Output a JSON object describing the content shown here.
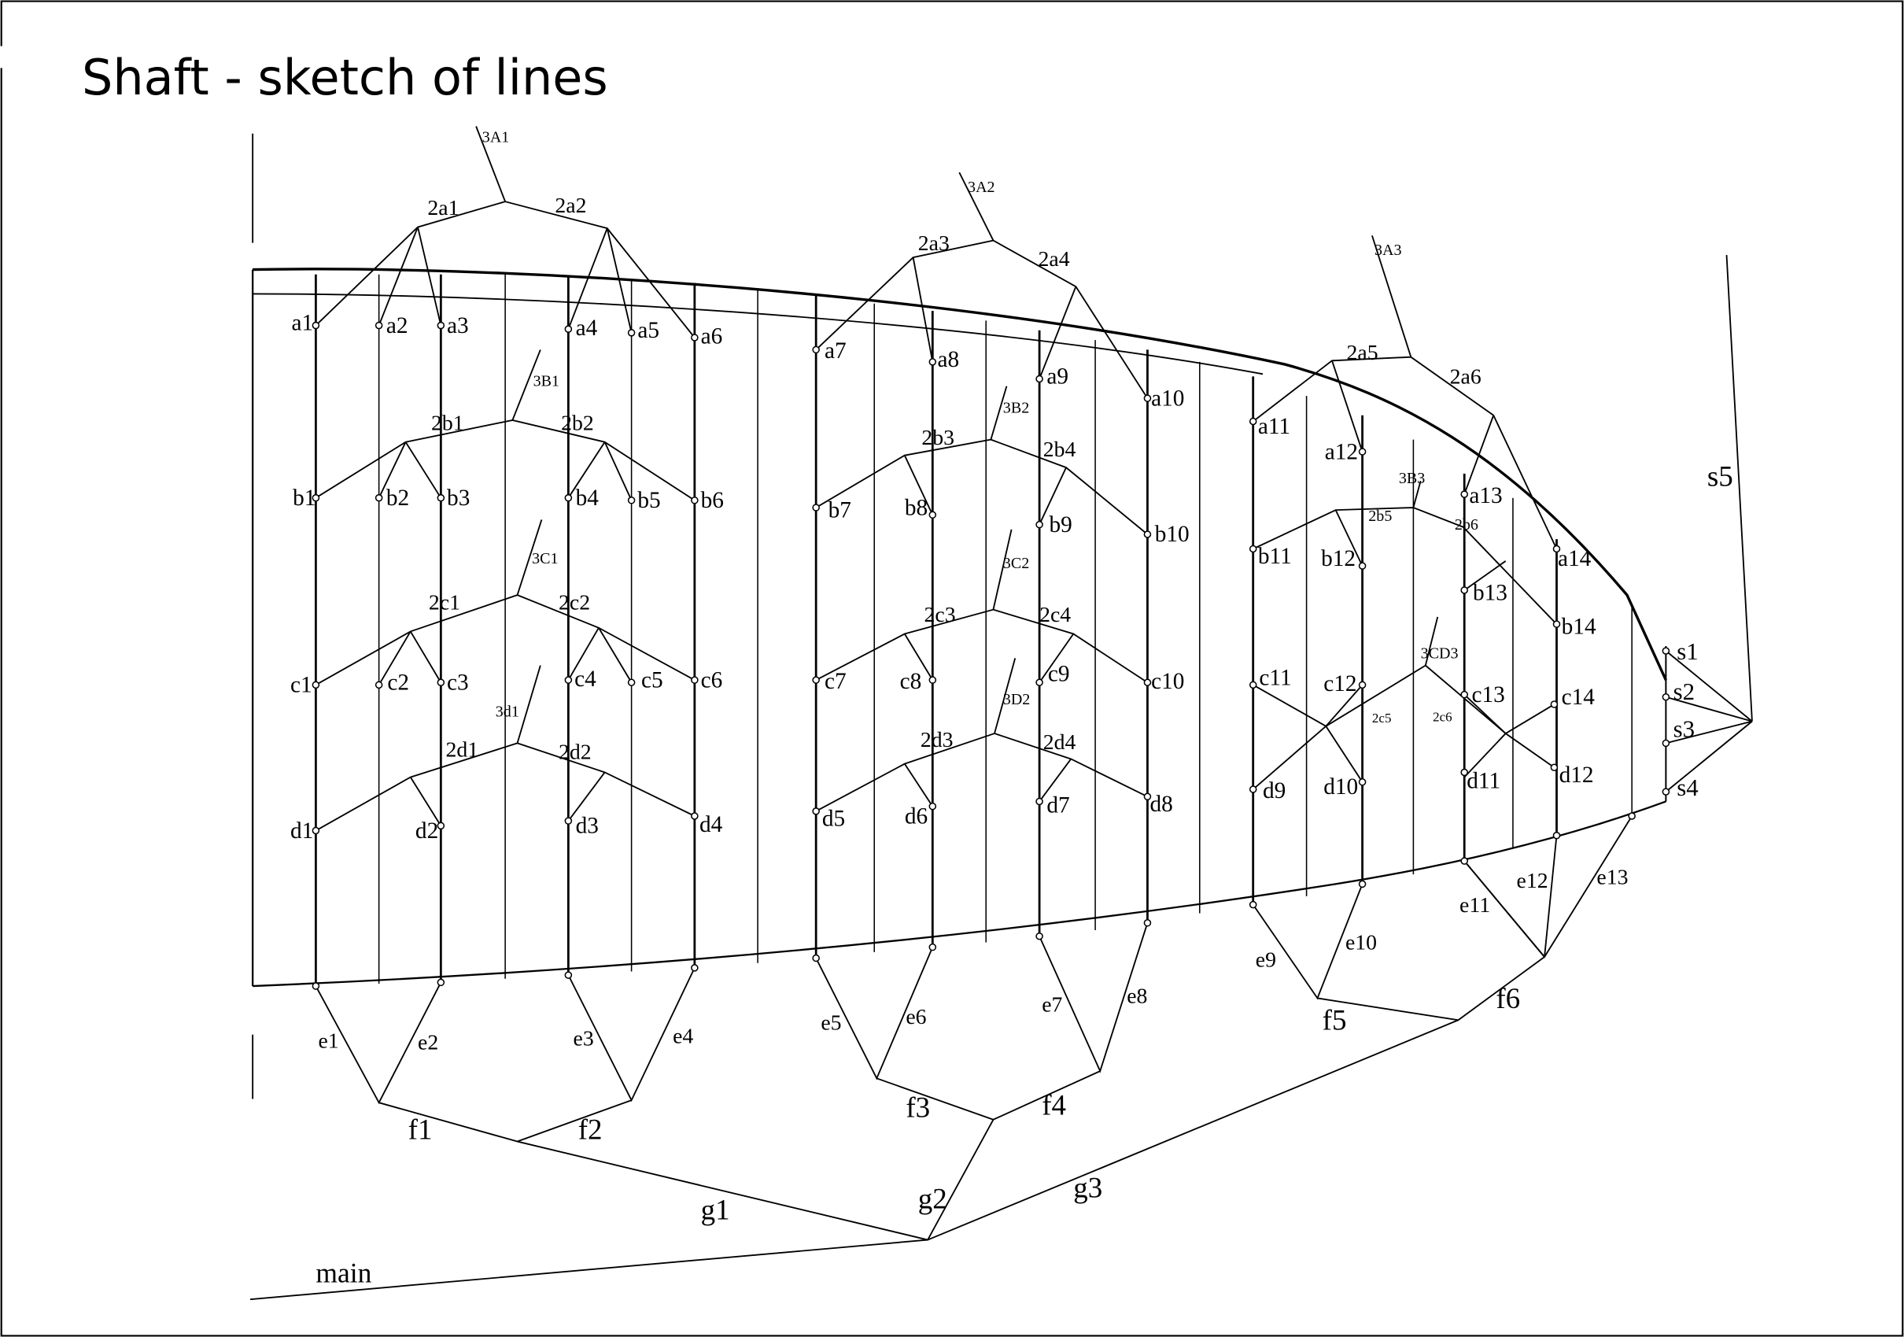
{
  "title": "Shaft - sketch of lines",
  "colors": {
    "ink": "#000000",
    "background": "#ffffff"
  },
  "labels": {
    "a": [
      "a1",
      "a2",
      "a3",
      "a4",
      "a5",
      "a6",
      "a7",
      "a8",
      "a9",
      "a10",
      "a11",
      "a12",
      "a13",
      "a14"
    ],
    "b": [
      "b1",
      "b2",
      "b3",
      "b4",
      "b5",
      "b6",
      "b7",
      "b8",
      "b9",
      "b10",
      "b11",
      "b12",
      "b13",
      "b14"
    ],
    "c": [
      "c1",
      "c2",
      "c3",
      "c4",
      "c5",
      "c6",
      "c7",
      "c8",
      "c9",
      "c10",
      "c11",
      "c12",
      "c13",
      "c14"
    ],
    "d": [
      "d1",
      "d2",
      "d3",
      "d4",
      "d5",
      "d6",
      "d7",
      "d8",
      "d9",
      "d10",
      "d11",
      "d12"
    ],
    "e": [
      "e1",
      "e2",
      "e3",
      "e4",
      "e5",
      "e6",
      "e7",
      "e8",
      "e9",
      "e10",
      "e11",
      "e12",
      "e13"
    ],
    "f": [
      "f1",
      "f2",
      "f3",
      "f4",
      "f5",
      "f6"
    ],
    "g": [
      "g1",
      "g2",
      "g3"
    ],
    "s": [
      "s1",
      "s2",
      "s3",
      "s4",
      "s5"
    ],
    "second_a": [
      "2a1",
      "2a2",
      "2a3",
      "2a4",
      "2a5",
      "2a6"
    ],
    "second_b": [
      "2b1",
      "2b2",
      "2b3",
      "2b4",
      "2b5",
      "2b6"
    ],
    "second_c": [
      "2c1",
      "2c2",
      "2c3",
      "2c4",
      "2c5",
      "2c6"
    ],
    "second_d": [
      "2d1",
      "2d2",
      "2d3",
      "2d4"
    ],
    "third": [
      "3A1",
      "3A2",
      "3A3",
      "3B1",
      "3B2",
      "3B3",
      "3C1",
      "3C2",
      "3CD3",
      "3d1",
      "3D2"
    ],
    "main": "main"
  }
}
